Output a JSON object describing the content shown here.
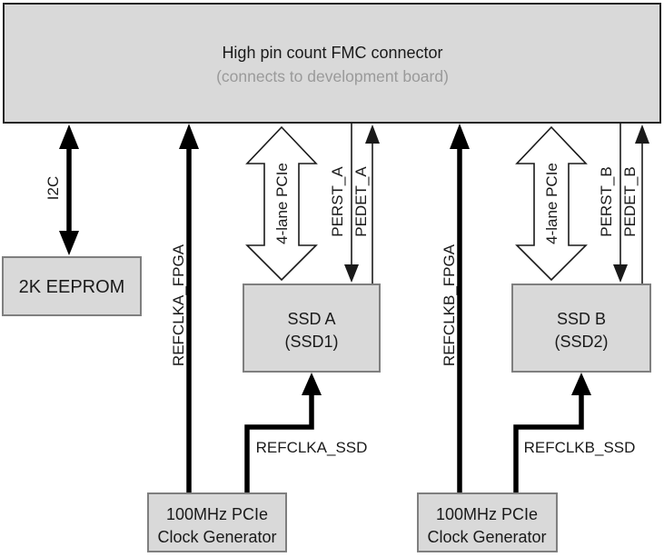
{
  "diagram": {
    "colors": {
      "background": "#ffffff",
      "box_fill": "#d9d9d9",
      "box_border": "#7f7f7f",
      "fmc_border": "#262626",
      "subtitle_gray": "#9a9a9a",
      "line_black": "#000000"
    },
    "fmc": {
      "title": "High pin count FMC connector",
      "subtitle": "(connects to development board)"
    },
    "eeprom": {
      "label": "2K EEPROM"
    },
    "ssd_a": {
      "line1": "SSD A",
      "line2": "(SSD1)"
    },
    "ssd_b": {
      "line1": "SSD B",
      "line2": "(SSD2)"
    },
    "clockgen_a": {
      "line1": "100MHz PCIe",
      "line2": "Clock Generator"
    },
    "clockgen_b": {
      "line1": "100MHz PCIe",
      "line2": "Clock Generator"
    },
    "signals": {
      "i2c": "I2C",
      "refclka_fpga": "REFCLKA_FPGA",
      "refclkb_fpga": "REFCLKB_FPGA",
      "refclka_ssd": "REFCLKA_SSD",
      "refclkb_ssd": "REFCLKB_SSD",
      "pcie_a": "4-lane PCIe",
      "pcie_b": "4-lane PCIe",
      "perst_a": "PERST_A",
      "pedet_a": "PEDET_A",
      "perst_b": "PERST_B",
      "pedet_b": "PEDET_B"
    }
  }
}
